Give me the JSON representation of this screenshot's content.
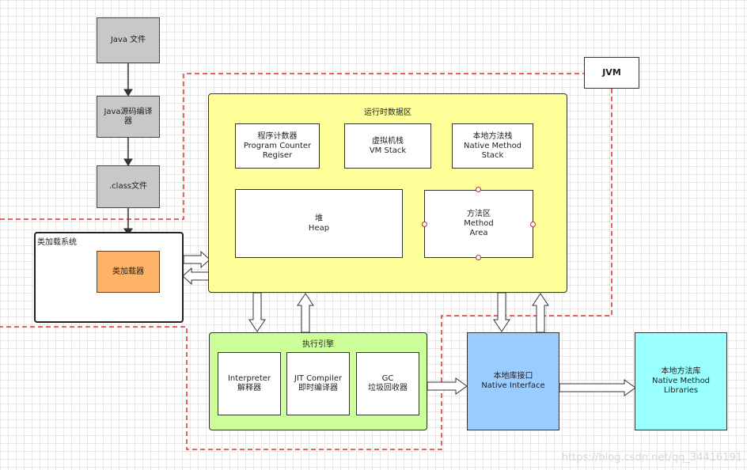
{
  "java_file": "Java 文件",
  "compiler": "Java源码编译器",
  "class_file": ".class文件",
  "jvm_label": "JVM",
  "class_loader_subsystem": {
    "title": "类加载系统",
    "loader": "类加载器"
  },
  "runtime_data_area": {
    "title": "运行时数据区",
    "pc_register": [
      "程序计数器",
      "Program Counter",
      "Regiser"
    ],
    "vm_stack": [
      "虚拟机栈",
      "VM Stack"
    ],
    "native_stack": [
      "本地方法栈",
      "Native Method",
      "Stack"
    ],
    "heap": [
      "堆",
      "Heap"
    ],
    "method_area": [
      "方法区",
      "Method",
      "Area"
    ]
  },
  "execution_engine": {
    "title": "执行引擎",
    "interpreter": [
      "Interpreter",
      "解释器"
    ],
    "jit": [
      "JIT Compiler",
      "即时编译器"
    ],
    "gc": [
      "GC",
      "垃圾回收器"
    ]
  },
  "native_interface": [
    "本地库接口",
    "Native Interface"
  ],
  "native_libraries": [
    "本地方法库",
    "Native Method",
    "Libraries"
  ],
  "watermark": "https://blog.csdn.net/qq_34416191",
  "colors": {
    "runtime_fill": "#ffff99",
    "engine_fill": "#ccff99",
    "loader_fill": "#ffb366",
    "native_interface_fill": "#99ccff",
    "native_lib_fill": "#99ffff",
    "jvm_boundary": "#e03030"
  }
}
